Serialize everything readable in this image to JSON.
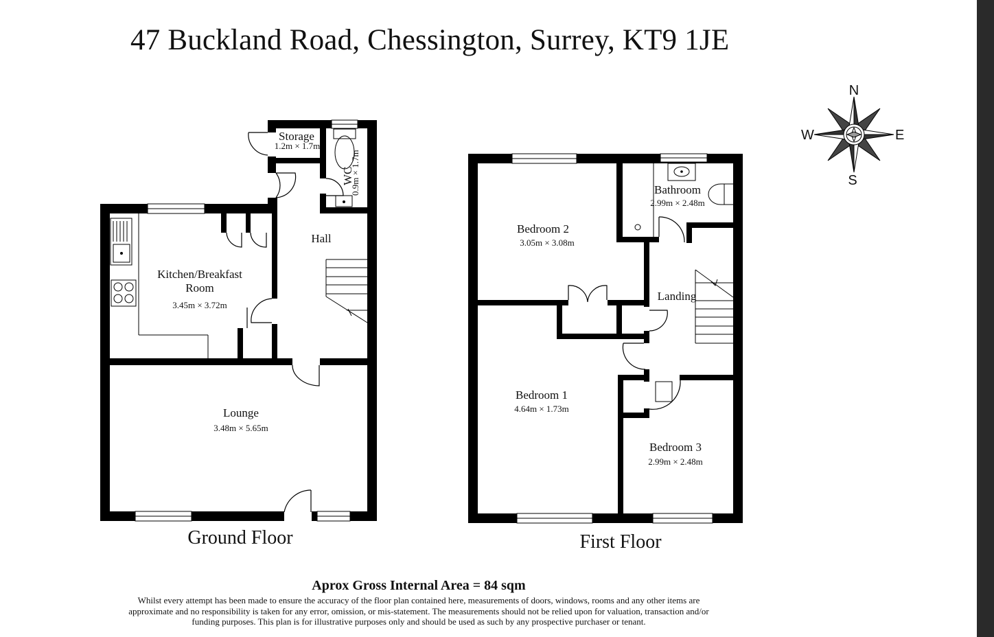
{
  "title": "47 Buckland Road, Chessington, Surrey, KT9 1JE",
  "compass": {
    "icon": "compass-rose-icon",
    "north": "N",
    "south": "S",
    "east": "E",
    "west": "W"
  },
  "ground_floor": {
    "label": "Ground Floor",
    "rooms": [
      {
        "name": "Storage",
        "dims": "1.2m × 1.7m"
      },
      {
        "name": "WC",
        "dims": "0.9m × 1.7m"
      },
      {
        "name": "Hall",
        "dims": ""
      },
      {
        "name_line1": "Kitchen/Breakfast",
        "name_line2": "Room",
        "dims": "3.45m × 3.72m"
      },
      {
        "name": "Lounge",
        "dims": "3.48m × 5.65m"
      }
    ]
  },
  "first_floor": {
    "label": "First Floor",
    "rooms": [
      {
        "name": "Bedroom 2",
        "dims": "3.05m × 3.08m"
      },
      {
        "name": "Bathroom",
        "dims": "2.99m × 2.48m"
      },
      {
        "name": "Landing",
        "dims": ""
      },
      {
        "name": "Bedroom 1",
        "dims": "4.64m × 1.73m"
      },
      {
        "name": "Bedroom 3",
        "dims": "2.99m × 2.48m"
      }
    ]
  },
  "footer": {
    "area": "Aprox Gross Internal Area = 84 sqm",
    "disclaimer": "Whilst every attempt has been made to ensure the accuracy of the floor plan contained here, measurements of doors, windows, rooms and any other items are approximate and no responsibility is taken for any error, omission, or mis-statement. The measurements should not be relied upon for valuation, transaction and/or funding purposes. This plan is for illustrative purposes only and should be used as such by any prospective purchaser or tenant."
  },
  "colors": {
    "wall": "#000000",
    "background": "#ffffff",
    "strip": "#2a2a2a"
  }
}
